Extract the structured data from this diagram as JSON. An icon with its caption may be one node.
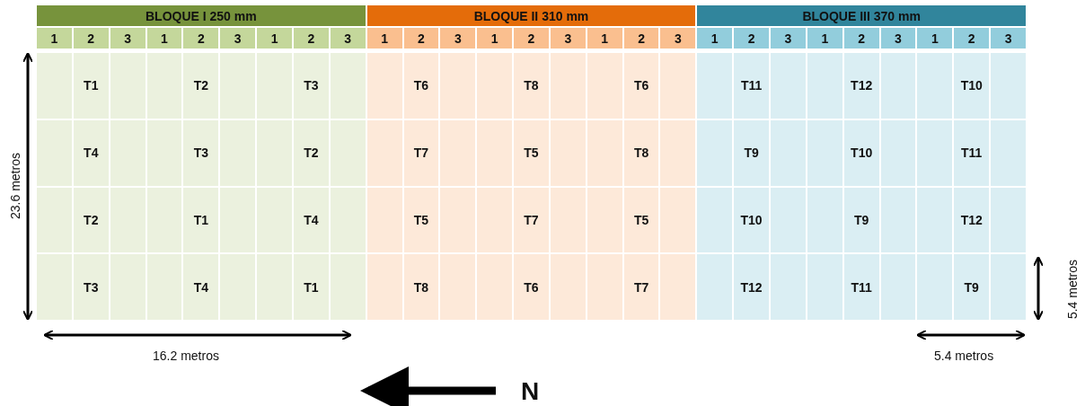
{
  "diagram": {
    "labels": [
      "BLOQUE I 250 mm",
      "BLOQUE II 310 mm",
      "BLOQUE III 370 mm",
      "1",
      "2",
      "3",
      "1",
      "2",
      "3",
      "1",
      "2",
      "3",
      "1",
      "2",
      "3",
      "1",
      "2",
      "3",
      "1",
      "2",
      "3",
      "1",
      "2",
      "3",
      "1",
      "2",
      "3",
      "1",
      "2",
      "3",
      "T1",
      "T2",
      "T3",
      "T6",
      "T8",
      "T6",
      "T11",
      "T12",
      "T10",
      "T4",
      "T3",
      "T2",
      "T7",
      "T5",
      "T8",
      "T9",
      "T10",
      "T11",
      "T2",
      "T1",
      "T4",
      "T5",
      "T7",
      "T5",
      "T10",
      "T9",
      "T12",
      "T3",
      "T4",
      "T1",
      "T8",
      "T6",
      "T7",
      "T12",
      "T11",
      "T9",
      "23.6 metros",
      "16.2 metros",
      "5.4 metros",
      "5.4 metros",
      "N"
    ]
  }
}
